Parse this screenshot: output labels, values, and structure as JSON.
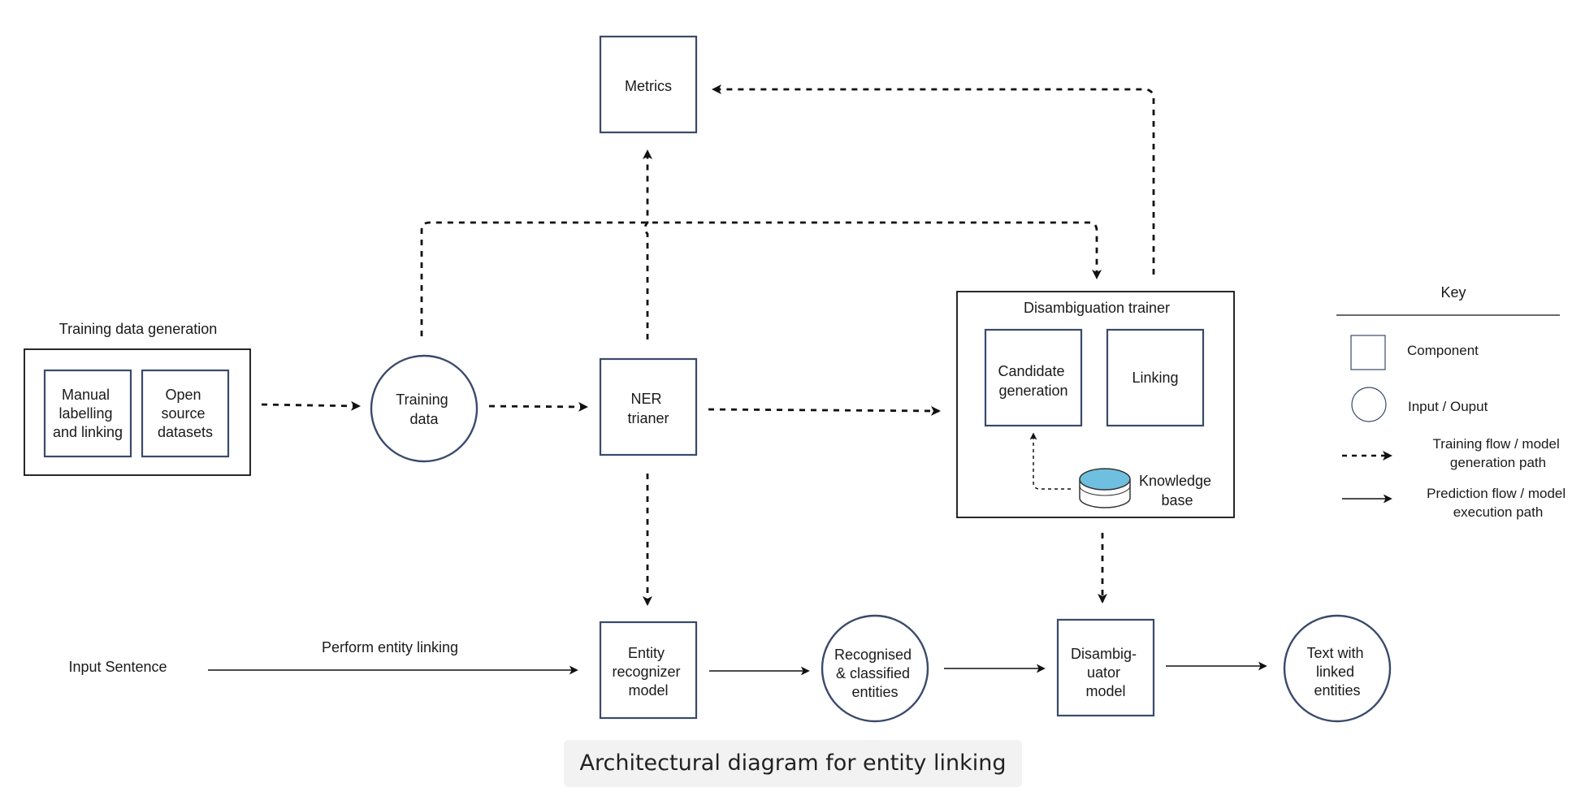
{
  "caption": "Architectural diagram for entity linking",
  "training_data_generation": {
    "title": "Training data generation",
    "manual": [
      "Manual",
      "labelling",
      "and linking"
    ],
    "open_source": [
      "Open",
      "source",
      "datasets"
    ]
  },
  "training_data": [
    "Training",
    "data"
  ],
  "ner_trainer": [
    "NER",
    "trianer"
  ],
  "metrics": "Metrics",
  "disambiguation_trainer": {
    "title": "Disambiguation trainer",
    "candidate_generation": [
      "Candidate",
      "generation"
    ],
    "linking": "Linking",
    "knowledge_base": [
      "Knowledge",
      "base"
    ]
  },
  "prediction_flow": {
    "input_sentence": "Input Sentence",
    "perform_label": "Perform entity linking",
    "entity_recognizer": [
      "Entity",
      "recognizer",
      "model"
    ],
    "recognised_entities": [
      "Recognised",
      "& classified",
      "entities"
    ],
    "disambiguator": [
      "Disambig-",
      "uator",
      "model"
    ],
    "text_linked": [
      "Text with",
      "linked",
      "entities"
    ]
  },
  "key": {
    "title": "Key",
    "component": "Component",
    "input_output": "Input / Ouput",
    "training_flow": [
      "Training flow / model",
      "generation path"
    ],
    "prediction_flow": [
      "Prediction flow / model",
      "execution path"
    ]
  },
  "colors": {
    "box_stroke": "#3a4a6b",
    "knowledge_base_fill": "#6fbfe0",
    "caption_bg": "#f2f2f2"
  }
}
